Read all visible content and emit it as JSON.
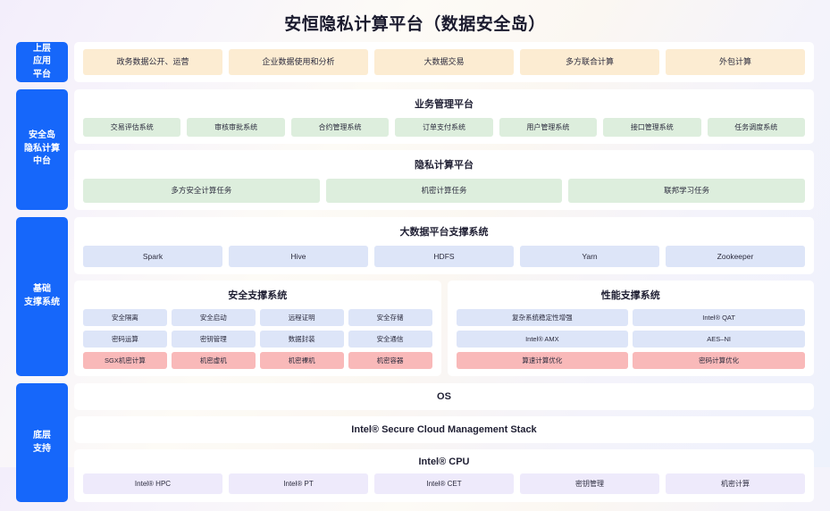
{
  "title": "安恒隐私计算平台（数据安全岛）",
  "colors": {
    "accent": "#1667fa",
    "orange": "#fcecd2",
    "green": "#ddeedd",
    "blue": "#dde5f8",
    "red": "#f9b9b9",
    "purple": "#eeeafb"
  },
  "bands": [
    {
      "side_label": "上层\n应用\n平台",
      "side_lines": [
        "上层",
        "应用",
        "平台"
      ],
      "apps": [
        "政务数据公开、运营",
        "企业数据使用和分析",
        "大数据交易",
        "多方联合计算",
        "外包计算"
      ]
    },
    {
      "side_lines": [
        "安全岛",
        "隐私计算",
        "中台"
      ],
      "business_title": "业务管理平台",
      "business_items": [
        "交易评估系统",
        "审核审批系统",
        "合约管理系统",
        "订单支付系统",
        "用户管理系统",
        "接口管理系统",
        "任务调度系统"
      ],
      "privacy_title": "隐私计算平台",
      "privacy_items": [
        "多方安全计算任务",
        "机密计算任务",
        "联邦学习任务"
      ]
    },
    {
      "side_lines": [
        "基础",
        "支撑系统"
      ],
      "bigdata_title": "大数据平台支撑系统",
      "bigdata_items": [
        "Spark",
        "Hive",
        "HDFS",
        "Yarn",
        "Zookeeper"
      ],
      "security_title": "安全支撑系统",
      "security_items": [
        "安全隔离",
        "安全启动",
        "远程证明",
        "安全存储",
        "密码运算",
        "密钥管理",
        "数据封装",
        "安全通信",
        "SGX机密计算",
        "机密虚机",
        "机密裸机",
        "机密容器"
      ],
      "performance_title": "性能支撑系统",
      "performance_items": [
        "复杂系统稳定性增强",
        "Intel® QAT",
        "Intel® AMX",
        "AES–NI",
        "算速计算优化",
        "密码计算优化"
      ]
    },
    {
      "side_lines": [
        "底层",
        "支持"
      ],
      "os_label": "OS",
      "stack_label": "Intel® Secure Cloud Management Stack",
      "cpu_title": "Intel® CPU",
      "cpu_items": [
        "Intel® HPC",
        "Intel® PT",
        "Intel® CET",
        "密钥管理",
        "机密计算"
      ]
    }
  ]
}
